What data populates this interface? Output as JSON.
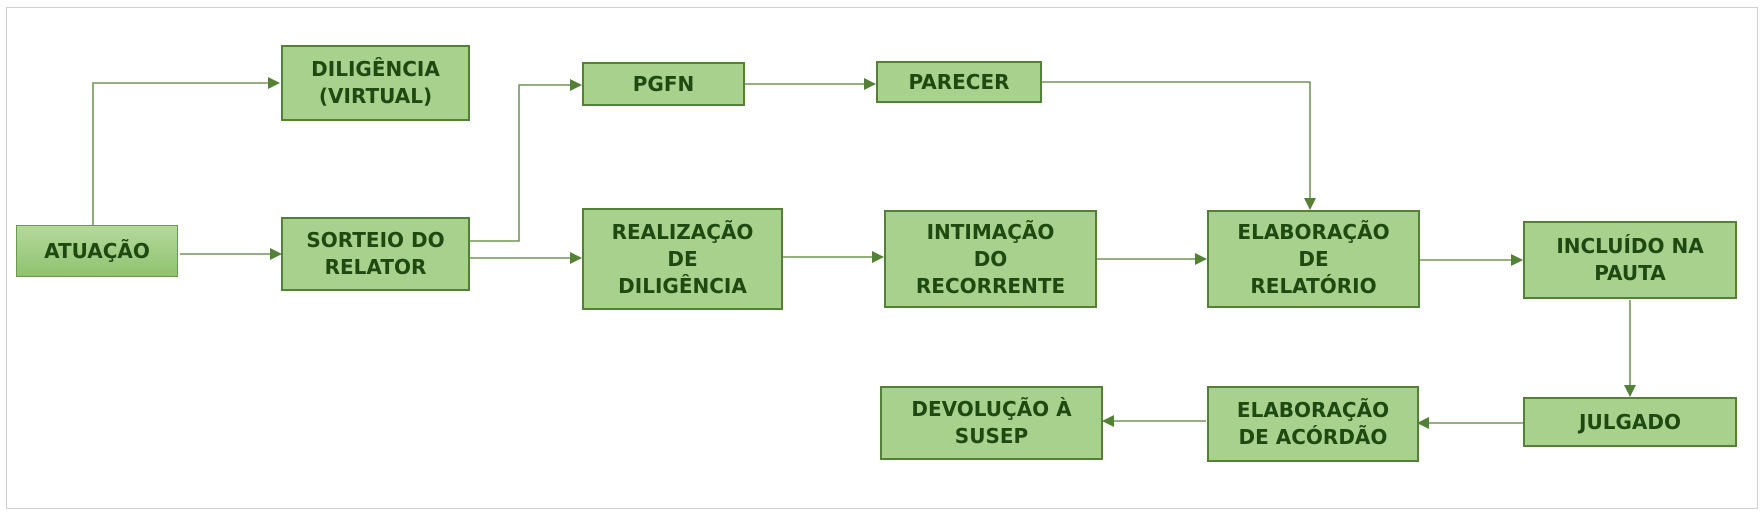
{
  "nodes": {
    "atuacao": "ATUAÇÃO",
    "diligencia_virtual": "DILIGÊNCIA\n(VIRTUAL)",
    "sorteio_relator": "SORTEIO DO\nRELATOR",
    "pgfn": "PGFN",
    "parecer": "PARECER",
    "realizacao_diligencia": "REALIZAÇÃO\nDE\nDILIGÊNCIA",
    "intimacao_recorrente": "INTIMAÇÃO\nDO\nRECORRENTE",
    "elaboracao_relatorio": "ELABORAÇÃO\nDE\nRELATÓRIO",
    "incluido_pauta": "INCLUÍDO NA\nPAUTA",
    "julgado": "JULGADO",
    "elaboracao_acordao": "ELABORAÇÃO\nDE ACÓRDÃO",
    "devolucao_susep": "DEVOLUÇÃO À\nSUSEP"
  },
  "colors": {
    "node_fill": "#a9d18e",
    "node_border": "#538135",
    "text": "#1e4a12",
    "arrow": "#538135"
  }
}
